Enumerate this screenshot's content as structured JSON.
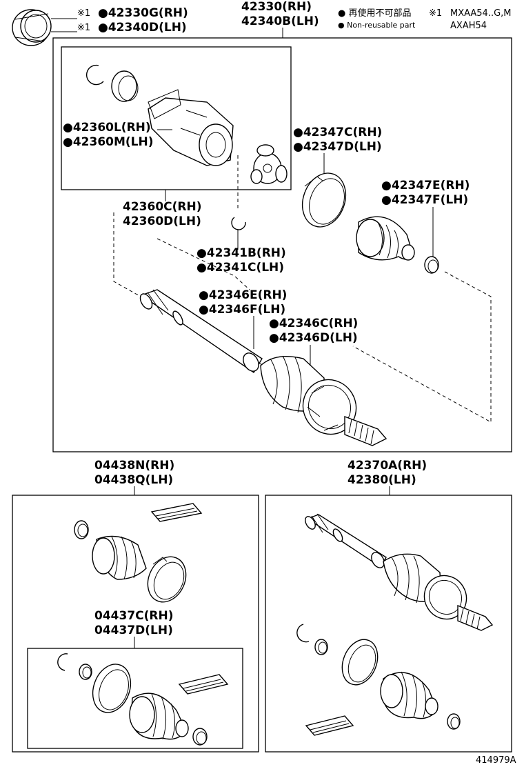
{
  "header": {
    "top_ref_1": "※1",
    "top_ref_2": "※1",
    "top_part_1": "●42330G(RH)",
    "top_part_2": "●42340D(LH)",
    "assembly_rh": "42330(RH)",
    "assembly_lh": "42340B(LH)",
    "legend_jp": "● 再使用不可部品",
    "legend_en": "● Non-reusable part",
    "note_ref": "※1",
    "note_models_1": "MXAA54..G,M",
    "note_models_2": "AXAH54"
  },
  "main_panel": {
    "inner_rh": "●42360L(RH)",
    "inner_lh": "●42360M(LH)",
    "inner_assy_rh": "42360C(RH)",
    "inner_assy_lh": "42360D(LH)",
    "band_c_rh": "●42347C(RH)",
    "band_d_lh": "●42347D(LH)",
    "band_e_rh": "●42347E(RH)",
    "band_f_lh": "●42347F(LH)",
    "snap_rh": "●42341B(RH)",
    "snap_lh": "●42341C(LH)",
    "clamp_e_rh": "●42346E(RH)",
    "clamp_f_lh": "●42346F(LH)",
    "clamp_c_rh": "●42346C(RH)",
    "clamp_d_lh": "●42346D(LH)"
  },
  "kit_panel": {
    "kit_rh": "04438N(RH)",
    "kit_lh": "04438Q(LH)",
    "subkit_rh": "04437C(RH)",
    "subkit_lh": "04437D(LH)"
  },
  "shaft_panel": {
    "shaft_rh": "42370A(RH)",
    "shaft_lh": "42380(LH)"
  },
  "footer": {
    "diagram_id": "414979A"
  }
}
